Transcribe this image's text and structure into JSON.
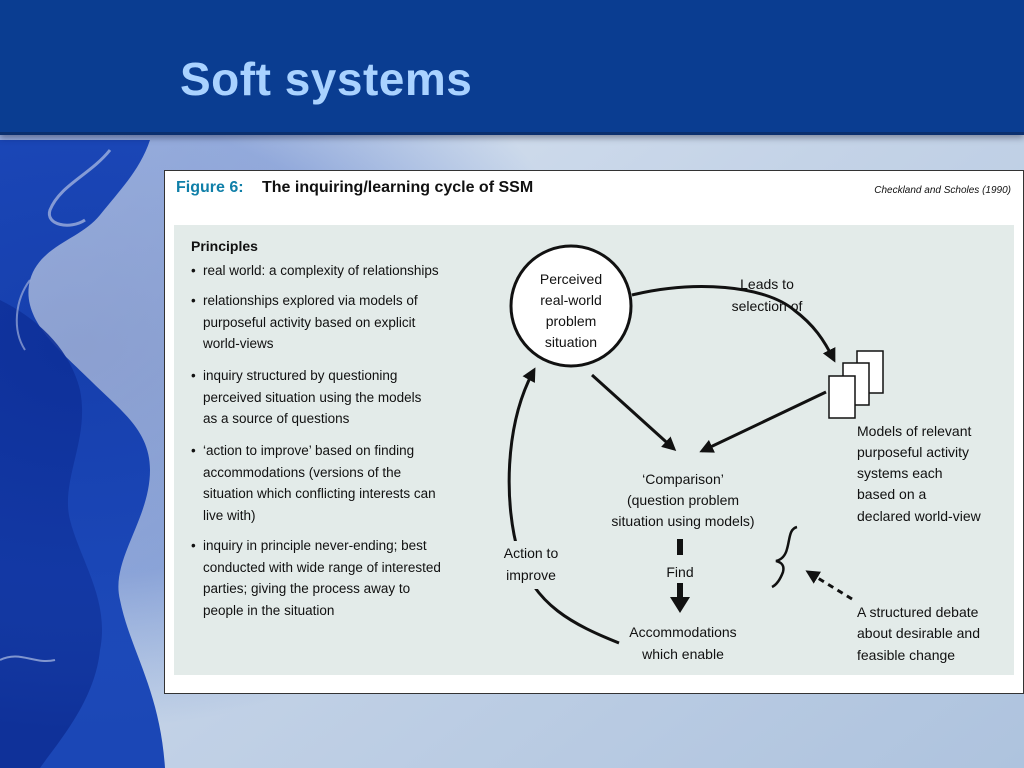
{
  "slide": {
    "title": "Soft systems"
  },
  "figure": {
    "label": "Figure 6:",
    "caption": "The inquiring/learning cycle of SSM",
    "credit": "Checkland and Scholes (1990)",
    "principles": {
      "heading": "Principles",
      "items": [
        {
          "lines": [
            "real world: a complexity of relationships"
          ]
        },
        {
          "lines": [
            "relationships explored via models of",
            "purposeful activity based on explicit",
            "world-views"
          ]
        },
        {
          "lines": [
            "inquiry structured by questioning",
            "perceived situation using the models",
            "as a source of questions"
          ]
        },
        {
          "lines": [
            "‘action to improve’ based on finding",
            "accommodations (versions of the",
            "situation which conflicting interests can",
            "live with)"
          ]
        },
        {
          "lines": [
            "inquiry in principle never-ending; best",
            "conducted with wide range of interested",
            "parties; giving the process away to",
            "people in the situation"
          ]
        }
      ]
    },
    "diagram": {
      "perceived": [
        "Perceived",
        "real-world",
        "problem",
        "situation"
      ],
      "leads_to": [
        "Leads to",
        "selection of"
      ],
      "models": [
        "Models of relevant",
        "purposeful activity",
        "systems each",
        "based on a",
        "declared world-view"
      ],
      "comparison": [
        "‘Comparison’",
        "(question problem",
        "situation using models)"
      ],
      "find": "Find",
      "accommodations": [
        "Accommodations",
        "which enable"
      ],
      "action": [
        "Action to",
        "improve"
      ],
      "debate": [
        "A structured debate",
        "about desirable and",
        "feasible change"
      ]
    }
  }
}
